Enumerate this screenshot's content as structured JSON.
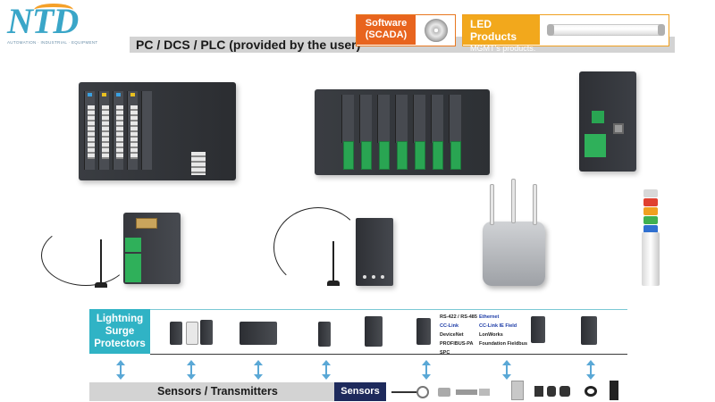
{
  "logo": {
    "mark": "NTD",
    "tagline": "AUTOMATION · INDUSTRIAL · EQUIPMENT"
  },
  "header": {
    "host_label": "PC / DCS / PLC (provided by the user)",
    "software_label_line1": "Software",
    "software_label_line2": "(SCADA)",
    "led_label_line1": "LED Products",
    "led_label_line2": "MGMT's products."
  },
  "icons": {
    "software": "cd-disc-icon",
    "led": "led-tube-icon",
    "arrows": "bidirectional-arrow-icon"
  },
  "surge": {
    "label_line1": "Lightning",
    "label_line2": "Surge",
    "label_line3": "Protectors"
  },
  "protocols": {
    "col1": [
      "RS-422 / RS-485",
      "CC-Link",
      "DeviceNet",
      "PROFIBUS-PA",
      "SPC"
    ],
    "col2": [
      "Ethernet",
      "CC-Link IE Field",
      "LonWorks",
      "Foundation Fieldbus"
    ]
  },
  "footer": {
    "transmitters_label": "Sensors / Transmitters",
    "sensors_label": "Sensors"
  },
  "colors": {
    "orange": "#e8641e",
    "amber": "#f2a81c",
    "teal": "#30b3c5",
    "navy": "#1e2a5c",
    "arrow": "#5aa8d6"
  }
}
